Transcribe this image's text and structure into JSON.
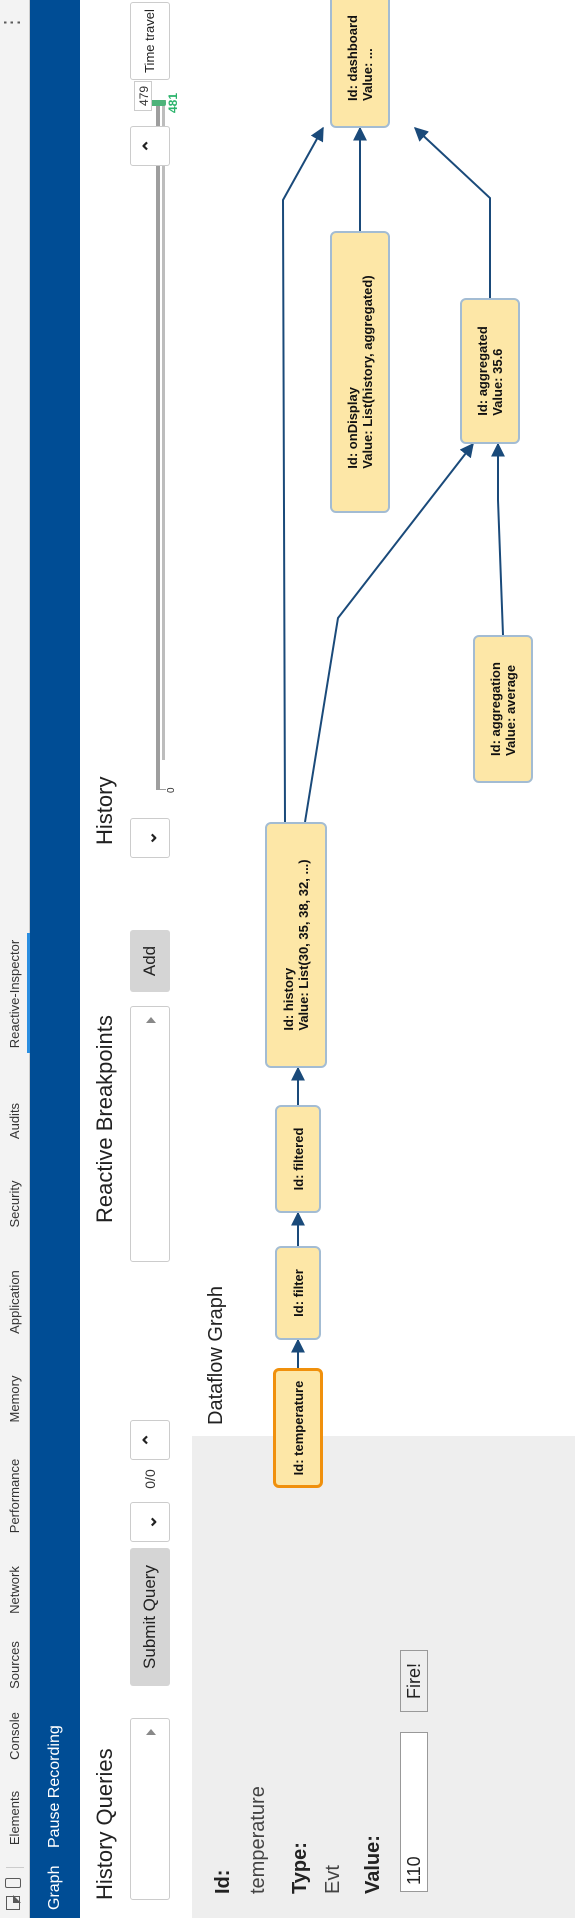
{
  "devtools": {
    "tabs": [
      "Elements",
      "Console",
      "Sources",
      "Network",
      "Performance",
      "Memory",
      "Application",
      "Security",
      "Audits",
      "Reactive-Inspector"
    ],
    "active_tab": "Reactive-Inspector"
  },
  "app_bar": {
    "links": [
      "Graph",
      "Pause Recording"
    ]
  },
  "history_queries": {
    "title": "History Queries",
    "select_value": "",
    "submit_label": "Submit Query",
    "result_counter": "0/0"
  },
  "reactive_breakpoints": {
    "title": "Reactive Breakpoints",
    "select_value": "",
    "add_label": "Add"
  },
  "history": {
    "title": "History",
    "slider_min": "0",
    "slider_max": "481",
    "current_value": "479",
    "slider_position": 0.9958,
    "time_travel_label": "Time travel"
  },
  "inspector": {
    "id_label": "Id:",
    "id_value": "temperature",
    "type_label": "Type:",
    "type_value": "Evt",
    "value_label": "Value:",
    "value_input": "110",
    "fire_label": "Fire!"
  },
  "dataflow": {
    "title": "Dataflow Graph",
    "nodes": [
      {
        "id": "temperature",
        "lines": [
          "Id: temperature"
        ],
        "selected": true
      },
      {
        "id": "filter",
        "lines": [
          "Id: filter"
        ]
      },
      {
        "id": "filtered",
        "lines": [
          "Id: filtered"
        ]
      },
      {
        "id": "history",
        "lines": [
          "Id: history",
          "Value: List(30, 35, 38, 32, ...)"
        ]
      },
      {
        "id": "aggregation",
        "lines": [
          "Id: aggregation",
          "Value: average"
        ]
      },
      {
        "id": "aggregated",
        "lines": [
          "Id: aggregated",
          "Value: 35.6"
        ]
      },
      {
        "id": "onDisplay",
        "lines": [
          "Id: onDisplay",
          "Value: List(history, aggregated)"
        ]
      },
      {
        "id": "dashboard",
        "lines": [
          "Id: dashboard",
          "Value: ..."
        ]
      }
    ],
    "edges": [
      {
        "from": "temperature",
        "to": "filter"
      },
      {
        "from": "filter",
        "to": "filtered"
      },
      {
        "from": "filtered",
        "to": "history"
      },
      {
        "from": "history",
        "to": "aggregated"
      },
      {
        "from": "aggregation",
        "to": "aggregated"
      },
      {
        "from": "history",
        "to": "dashboard"
      },
      {
        "from": "aggregated",
        "to": "dashboard"
      },
      {
        "from": "onDisplay",
        "to": "dashboard"
      }
    ]
  },
  "colors": {
    "app_bar": "#004d95",
    "node_fill": "#fde7a7",
    "node_border": "#a3bcd3",
    "selected_border": "#f0900c",
    "edge": "#1a4a7a",
    "active_tab_underline": "#2a8ee0",
    "slider_max_label": "#2bb36b"
  }
}
